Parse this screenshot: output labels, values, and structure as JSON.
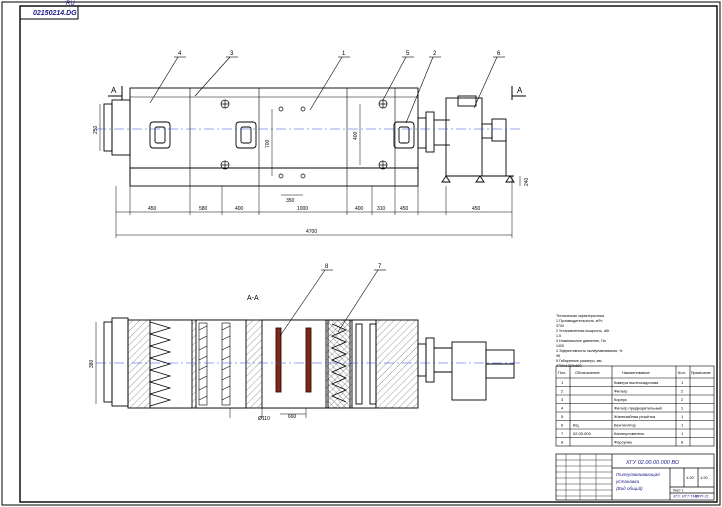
{
  "stamp": {
    "top_code": "RU",
    "doc_code": "02150214.DG"
  },
  "view_label": "A",
  "section_title": "A-A",
  "callouts": {
    "front": [
      "4",
      "3",
      "1",
      "5",
      "2",
      "6"
    ],
    "section": [
      "8",
      "7"
    ]
  },
  "dims": {
    "left_height": "250",
    "inner_vert_1": "700",
    "inner_vert_2": "400",
    "bolt_pitch": "350",
    "right_height": "240",
    "chain": [
      "450",
      "580",
      "400",
      "1000",
      "400",
      "310",
      "450",
      "450"
    ],
    "overall": "4700",
    "section_height": "380",
    "section_dim_1": "Ø110",
    "section_dim_2": "660"
  },
  "spec_notes": [
    "Техническая характеристика",
    "1 Производительность, м³/ч",
    "3700",
    "2 Установленная мощность, кВт",
    "1,5",
    "3 Номинальное давление, Па",
    "1400",
    "4 Эффективность пылеулавливания, %",
    "98",
    "5 Габаритные размеры, мм",
    "4700х1200х820"
  ],
  "parts_table": {
    "headers": [
      "Поз.",
      "Обозначение",
      "Наименование",
      "Кол.",
      "Примечание"
    ],
    "rows": [
      {
        "pos": "1",
        "code": "",
        "name": "Камера пылеосадочная",
        "qty": "1"
      },
      {
        "pos": "2",
        "code": "",
        "name": "Фильтр",
        "qty": "2"
      },
      {
        "pos": "3",
        "code": "",
        "name": "Корпус",
        "qty": "2"
      },
      {
        "pos": "4",
        "code": "",
        "name": "Фильтр предварительный",
        "qty": "1"
      },
      {
        "pos": "5",
        "code": "",
        "name": "Жалюзийная решётка",
        "qty": "1"
      },
      {
        "pos": "6",
        "code": "ВЦ",
        "name": "Вентилятор",
        "qty": "1"
      },
      {
        "pos": "7",
        "code": "02.00.000",
        "name": "Каплеуловитель",
        "qty": "1"
      },
      {
        "pos": "8",
        "code": "",
        "name": "Форсунка",
        "qty": "6"
      }
    ]
  },
  "title_block": {
    "code": "ХГУ 02.00.00.000 ВО",
    "name_line1": "Пылеулавливающая",
    "name_line2": "установка",
    "name_line3": "(Вид общий)",
    "mass": "1:20",
    "scale": "1:20",
    "sheet": "Лист 1",
    "org": "ХГУ, ИТТ ТМО",
    "group": "ФРП-21"
  }
}
